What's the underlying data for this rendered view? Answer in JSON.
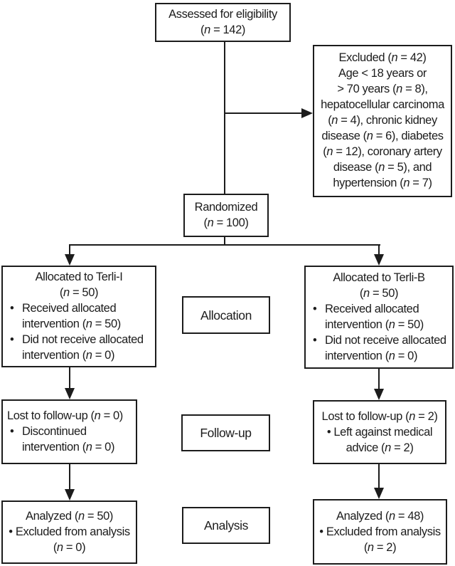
{
  "colors": {
    "ink": "#1c1c1c",
    "background": "#ffffff"
  },
  "ui": {
    "bullet": "•"
  },
  "boxes": {
    "assessed": {
      "lines": [
        "Assessed for eligibility",
        "(n = 142)"
      ]
    },
    "excluded": {
      "lines": [
        "Excluded (n = 42)",
        "Age < 18 years or",
        "> 70 years (n = 8),",
        "hepatocellular carcinoma",
        "(n = 4), chronic kidney",
        "disease (n = 6), diabetes",
        "(n = 12), coronary artery",
        "disease (n = 5), and",
        "hypertension (n = 7)"
      ]
    },
    "randomized": {
      "lines": [
        "Randomized",
        "(n = 100)"
      ]
    },
    "allocated_left": {
      "title_lines": [
        "Allocated to Terli-I",
        "(n = 50)"
      ],
      "bullets": [
        [
          "Received allocated",
          "intervention (n = 50)"
        ],
        [
          "Did not receive allocated",
          "intervention (n = 0)"
        ]
      ]
    },
    "allocated_right": {
      "title_lines": [
        "Allocated to Terli-B",
        "(n = 50)"
      ],
      "bullets": [
        [
          "Received allocated",
          "intervention (n = 50)"
        ],
        [
          "Did not receive allocated",
          "intervention (n = 0)"
        ]
      ]
    },
    "stage_allocation": {
      "label": "Allocation"
    },
    "followup_left": {
      "title_lines": [
        "Lost to follow-up (n = 0)"
      ],
      "bullets": [
        [
          "Discontinued",
          "intervention (n = 0)"
        ]
      ]
    },
    "followup_right": {
      "lines": [
        "Lost to follow-up (n = 2)",
        "• Left against medical",
        "advice (n = 2)"
      ]
    },
    "stage_followup": {
      "label": "Follow-up"
    },
    "analysis_left": {
      "lines": [
        "Analyzed (n = 50)",
        "• Excluded from analysis",
        "(n = 0)"
      ]
    },
    "analysis_right": {
      "lines": [
        "Analyzed (n = 48)",
        "• Excluded from analysis",
        "(n = 2)"
      ]
    },
    "stage_analysis": {
      "label": "Analysis"
    }
  }
}
